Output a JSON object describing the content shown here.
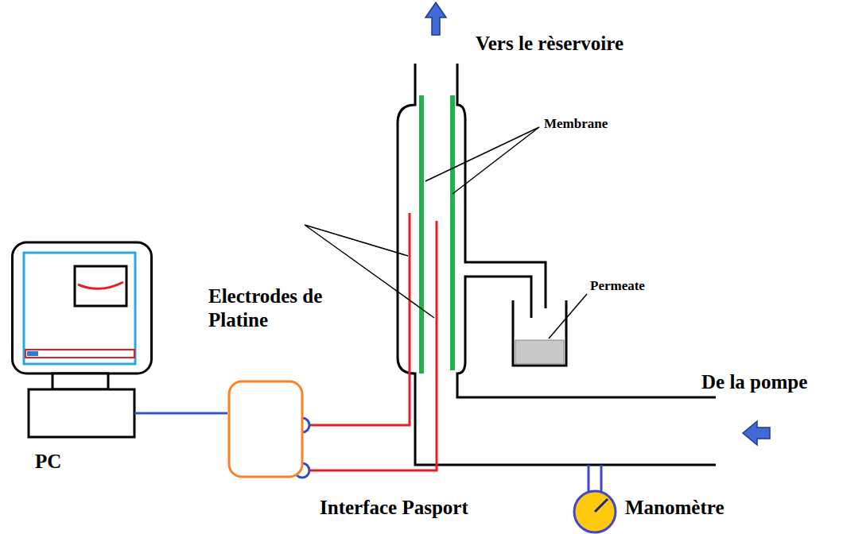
{
  "diagram": {
    "nodes": [
      {
        "text": [
          "PC"
        ]
      },
      {
        "text": [
          "Interface Pasport"
        ]
      },
      {
        "text": [
          "Manomètre"
        ]
      }
    ],
    "edges": [
      {
        "from": 0,
        "to": 1,
        "arrow": "none"
      }
    ],
    "labels": [
      "Vers le rèservoire",
      "Membrane",
      "Electrodes de Platine",
      "Permeate",
      "De la pompe"
    ]
  }
}
